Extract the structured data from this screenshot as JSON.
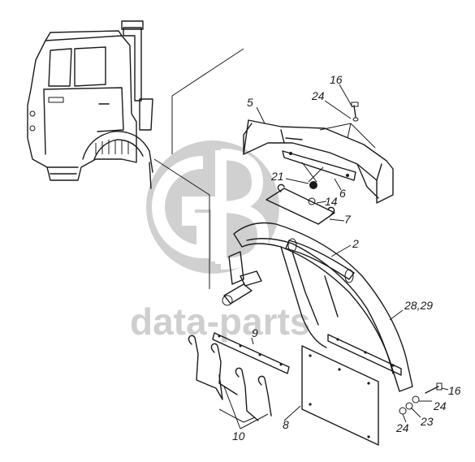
{
  "watermark": {
    "logo": "GB",
    "text": "data-parts",
    "color": "#cfcfcf"
  },
  "callouts": {
    "c2": "2",
    "c5": "5",
    "c6": "6",
    "c7": "7",
    "c8": "8",
    "c9": "9",
    "c10": "10",
    "c14": "14",
    "c16_top": "16",
    "c16_bottom": "16",
    "c21": "21",
    "c23": "23",
    "c24_top": "24",
    "c24_right": "24",
    "c24_bottom": "24",
    "c28_29": "28,29"
  },
  "colors": {
    "ink": "#1a1a1a",
    "background": "#ffffff"
  }
}
